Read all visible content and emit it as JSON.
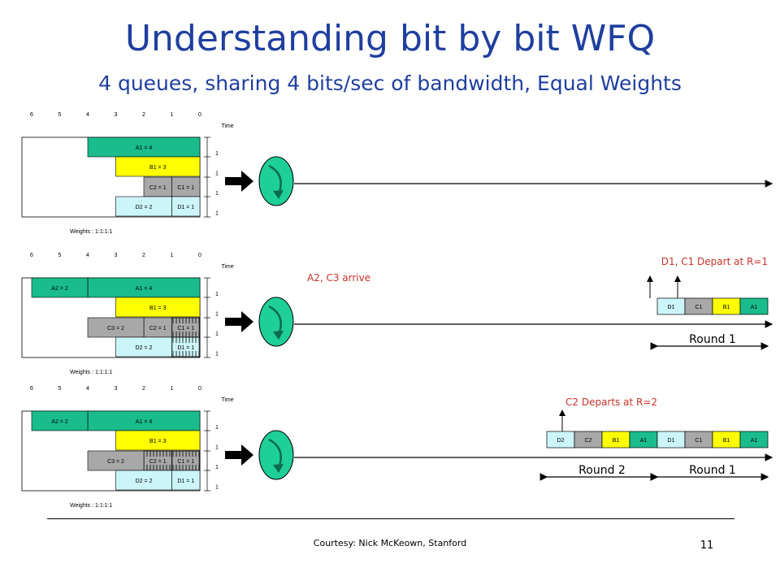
{
  "title": "Understanding bit by bit WFQ",
  "subtitle": "4 queues, sharing 4 bits/sec of bandwidth, Equal Weights",
  "footer": {
    "courtesy": "Courtesy: Nick McKeown, Stanford",
    "page": "11"
  },
  "colors": {
    "title": "#1f3f9f",
    "annotation": "#c8322a",
    "A": "#1abc8c",
    "B": "#ffff00",
    "C": "#a8a8a8",
    "D": "#ccf5fa",
    "scheduler": "#1fcf98"
  },
  "axis_ticks": [
    "6",
    "5",
    "4",
    "3",
    "2",
    "1",
    "0"
  ],
  "time_label": "Time",
  "weights_label": "Weights : 1:1:1:1",
  "round_ticks": [
    "1",
    "1",
    "1",
    "1"
  ],
  "panels": [
    {
      "queues": [
        {
          "packets": [
            {
              "label": "A1 = 4",
              "color": "A",
              "start": 0,
              "len": 4
            }
          ]
        },
        {
          "packets": [
            {
              "label": "B1 = 3",
              "color": "B",
              "start": 0,
              "len": 3
            }
          ]
        },
        {
          "packets": [
            {
              "label": "C1 = 1",
              "color": "C",
              "start": 0,
              "len": 1
            },
            {
              "label": "C2 = 1",
              "color": "C",
              "start": 1,
              "len": 1
            }
          ]
        },
        {
          "packets": [
            {
              "label": "D1 = 1",
              "color": "D",
              "start": 0,
              "len": 1
            },
            {
              "label": "D2 = 2",
              "color": "D",
              "start": 1,
              "len": 2
            }
          ]
        }
      ],
      "annotations": [],
      "output_groups": []
    },
    {
      "queues": [
        {
          "packets": [
            {
              "label": "A1 = 4",
              "color": "A",
              "start": 0,
              "len": 4
            },
            {
              "label": "A2 = 2",
              "color": "A",
              "start": 4,
              "len": 2
            }
          ]
        },
        {
          "packets": [
            {
              "label": "B1 = 3",
              "color": "B",
              "start": 0,
              "len": 3
            }
          ]
        },
        {
          "packets": [
            {
              "label": "C1 = 1",
              "color": "C",
              "start": 0,
              "len": 1,
              "hatched": true
            },
            {
              "label": "C2 = 1",
              "color": "C",
              "start": 1,
              "len": 1
            },
            {
              "label": "C3 = 2",
              "color": "C",
              "start": 2,
              "len": 2
            }
          ]
        },
        {
          "packets": [
            {
              "label": "D1 = 1",
              "color": "D",
              "start": 0,
              "len": 1,
              "hatched": true
            },
            {
              "label": "D2 = 2",
              "color": "D",
              "start": 1,
              "len": 2
            }
          ]
        }
      ],
      "annotations": [
        {
          "text": "A2, C3 arrive"
        },
        {
          "text": "D1, C1 Depart at R=1"
        }
      ],
      "output_groups": [
        {
          "cells": [
            "D1",
            "C1",
            "B1",
            "A1"
          ],
          "colors": [
            "D",
            "C",
            "B",
            "A"
          ],
          "round": "Round 1"
        }
      ]
    },
    {
      "queues": [
        {
          "packets": [
            {
              "label": "A1 = 4",
              "color": "A",
              "start": 0,
              "len": 4
            },
            {
              "label": "A2 = 2",
              "color": "A",
              "start": 4,
              "len": 2
            }
          ]
        },
        {
          "packets": [
            {
              "label": "B1 = 3",
              "color": "B",
              "start": 0,
              "len": 3
            }
          ]
        },
        {
          "packets": [
            {
              "label": "C1 = 1",
              "color": "C",
              "start": 0,
              "len": 1,
              "hatched": true
            },
            {
              "label": "C2 = 1",
              "color": "C",
              "start": 1,
              "len": 1,
              "hatched": true
            },
            {
              "label": "C3 = 2",
              "color": "C",
              "start": 2,
              "len": 2
            }
          ]
        },
        {
          "packets": [
            {
              "label": "D1 = 1",
              "color": "D",
              "start": 0,
              "len": 1
            },
            {
              "label": "D2 = 2",
              "color": "D",
              "start": 1,
              "len": 2
            }
          ]
        }
      ],
      "annotations": [
        {
          "text": "C2 Departs at R=2"
        }
      ],
      "output_groups": [
        {
          "cells": [
            "D2",
            "C2",
            "B1",
            "A1"
          ],
          "colors": [
            "D",
            "C",
            "B",
            "A"
          ],
          "round": "Round 2"
        },
        {
          "cells": [
            "D1",
            "C1",
            "B1",
            "A1"
          ],
          "colors": [
            "D",
            "C",
            "B",
            "A"
          ],
          "round": "Round 1"
        }
      ]
    }
  ]
}
